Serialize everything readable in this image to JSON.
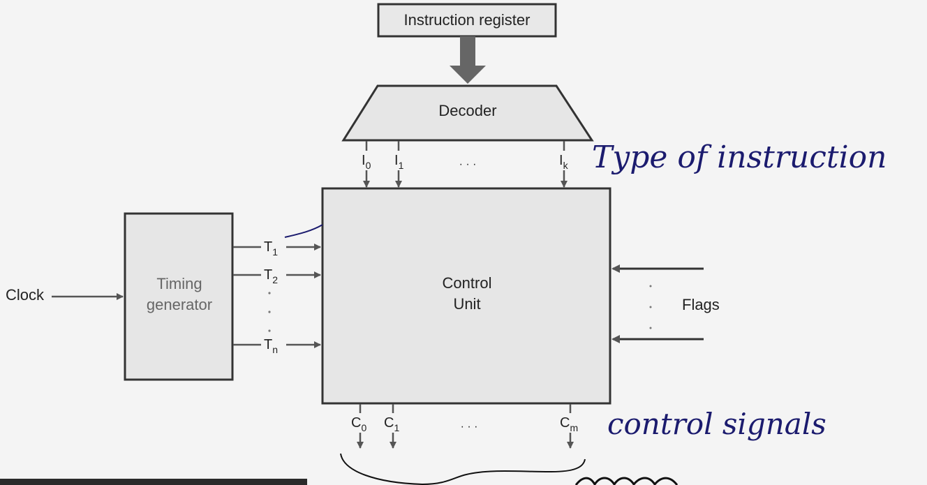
{
  "instruction_register": "Instruction register",
  "decoder": "Decoder",
  "decoder_outputs": [
    {
      "base": "I",
      "sub": "0"
    },
    {
      "base": "I",
      "sub": "1"
    },
    {
      "base": "I",
      "sub": "k"
    }
  ],
  "ellipsis": "· · ·",
  "control_unit": {
    "line1": "Control",
    "line2": "Unit"
  },
  "timing_generator": {
    "line1": "Timing",
    "line2": "generator"
  },
  "clock": "Clock",
  "timing_outputs": [
    {
      "base": "T",
      "sub": "1"
    },
    {
      "base": "T",
      "sub": "2"
    },
    {
      "base": "T",
      "sub": "n"
    }
  ],
  "flags": "Flags",
  "control_outputs": [
    {
      "base": "C",
      "sub": "0"
    },
    {
      "base": "C",
      "sub": "1"
    },
    {
      "base": "C",
      "sub": "m"
    }
  ],
  "annotations": {
    "type_of_instruction": "Type of instruction",
    "control_signals": "control signals"
  }
}
